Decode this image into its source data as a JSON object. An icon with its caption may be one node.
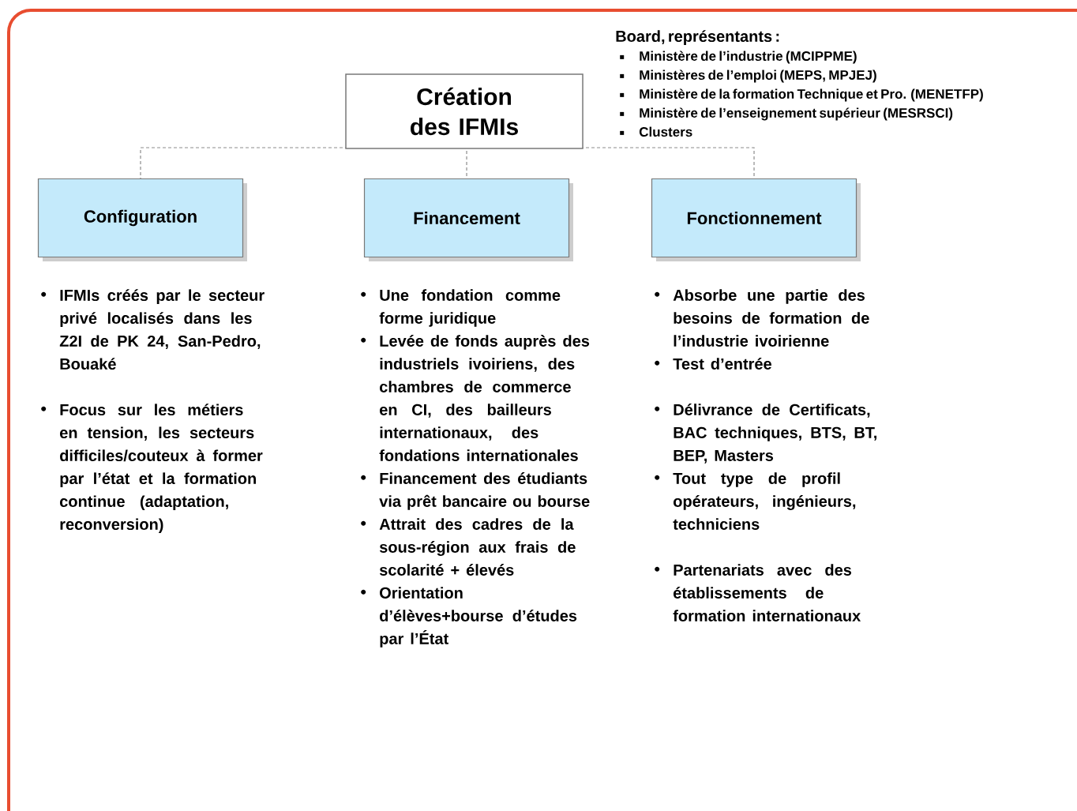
{
  "diagram": {
    "nodes": [
      {
        "text": [
          "Création des IFMIs"
        ]
      },
      {
        "text": [
          "Configuration"
        ]
      },
      {
        "text": [
          "Financement"
        ]
      },
      {
        "text": [
          "Fonctionnement"
        ]
      }
    ],
    "edges": [
      {
        "from": 0,
        "to": 1,
        "arrow": "none",
        "style": "dashed"
      },
      {
        "from": 0,
        "to": 2,
        "arrow": "none",
        "style": "dashed"
      },
      {
        "from": 0,
        "to": 3,
        "arrow": "none",
        "style": "dashed"
      }
    ],
    "labels": [
      "Board, représentants :",
      "Ministère de l’industrie (MCIPPME)",
      "Ministères de l’emploi (MEPS, MPJEJ)",
      "Ministère de la formation Technique et Pro. (MENETFP)",
      "Ministère de l’enseignement supérieur (MESRSCI)",
      "Clusters",
      "IFMIs créés par le secteur privé localisés dans les Z2I de PK 24, San-Pedro, Bouaké",
      "Focus sur les métiers en tension, les secteurs difficiles/couteux à former par l’état et la formation continue (adaptation, reconversion)",
      "Une fondation comme forme juridique",
      "Levée de fonds auprès des industriels ivoiriens, des chambres de commerce en CI, des bailleurs internationaux, des fondations internationales",
      "Financement des étudiants via prêt bancaire ou bourse",
      "Attrait des cadres de la sous-région aux frais de scolarité + élevés",
      "Orientation d’élèves+bourse d’études par l’État",
      "Absorbe une partie des besoins de formation de l’industrie ivoirienne",
      "Test d’entrée",
      "Délivrance de Certificats, BAC techniques, BTS, BT, BEP, Masters",
      "Tout type de profil opérateurs, ingénieurs, techniciens",
      "Partenariats avec des établissements de formation internationaux"
    ]
  }
}
